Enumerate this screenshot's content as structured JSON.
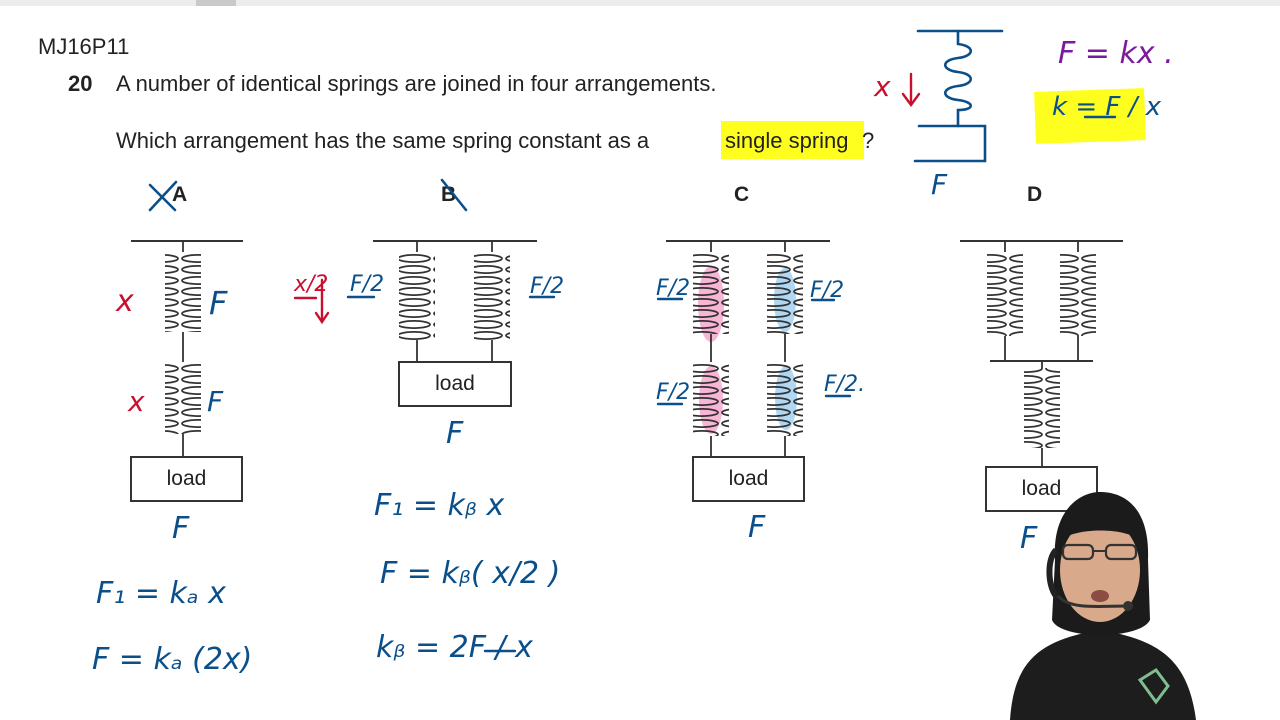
{
  "question": {
    "ref": "MJ16P11",
    "number": "20",
    "line1": "A number of identical springs are joined in four arrangements.",
    "line2_before": "Which arrangement has the same spring constant as a",
    "line2_highlight": "single spring",
    "line2_after": "?"
  },
  "options": [
    {
      "label": "A",
      "load": "load"
    },
    {
      "label": "B",
      "load": "load"
    },
    {
      "label": "C",
      "load": "load"
    },
    {
      "label": "D",
      "load": "load"
    }
  ],
  "annotations": {
    "formula_main": "F = kx .",
    "formula_k": "k = F / x",
    "top_x": "x",
    "top_F": "F",
    "A_x1": "x",
    "A_F1": "F",
    "A_x2": "x",
    "A_F2": "F",
    "A_F_load": "F",
    "A_eq1": "F₁ = kₐ x",
    "A_eq2": "F = kₐ (2x)",
    "B_half_x": "x/2",
    "B_half_F_left": "F/2",
    "B_half_F_right": "F/2",
    "B_F_load": "F",
    "B_eq1": "F₁ = kᵦ x",
    "B_eq2": "F = kᵦ( x/2 )",
    "B_eq3": "kᵦ = 2F / x",
    "C_F1": "F/2",
    "C_F2": "F/2",
    "C_F3": "F/2",
    "C_F4": "F/2.",
    "C_F_load": "F",
    "D_F_load": "F"
  },
  "colors": {
    "highlight": "#ffff1f",
    "ink_blue": "#0b4f8a",
    "ink_red": "#c8102e",
    "ink_purple": "#7b1b9c",
    "marker_pink": "#f7a8cf",
    "marker_lightblue": "#a9d4f2"
  }
}
